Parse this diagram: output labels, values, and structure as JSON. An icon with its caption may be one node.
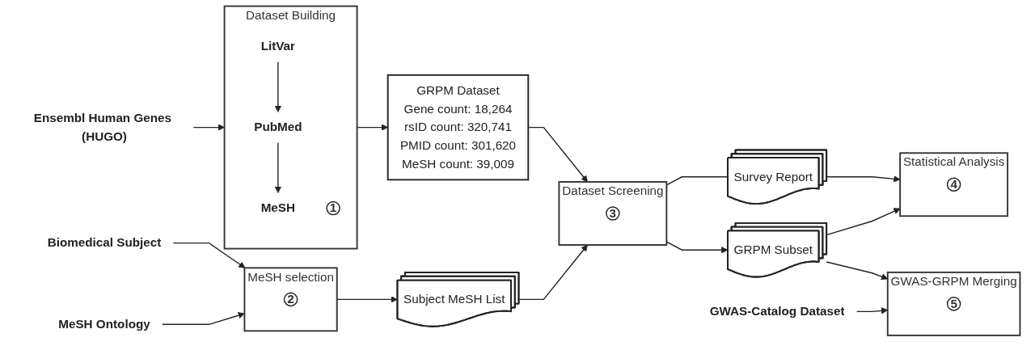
{
  "diagram": {
    "nodes": [
      {
        "text": [
          "Ensembl Human Genes (HUGO)"
        ]
      },
      {
        "text": [
          "Dataset Building"
        ]
      },
      {
        "text": [
          "LitVar"
        ],
        "in": 1
      },
      {
        "text": [
          "1"
        ],
        "in": 1
      },
      {
        "text": [
          "PubMed"
        ],
        "in": 1
      },
      {
        "text": [
          "MeSH"
        ],
        "in": 1
      },
      {
        "text": [
          "GRPM Dataset",
          "Gene count: 18,264",
          "rsID count: 320,741",
          "PMID count: 301,620",
          "MeSH count: 39,009"
        ]
      },
      {
        "text": [
          "Biomedical Subject"
        ]
      },
      {
        "text": [
          "MeSH Ontology"
        ]
      },
      {
        "text": [
          "MeSH selection"
        ]
      },
      {
        "text": [
          "2"
        ],
        "in": 9
      },
      {
        "text": [
          "Subject MeSH List"
        ]
      },
      {
        "text": [
          "Dataset Screening"
        ]
      },
      {
        "text": [
          "3"
        ],
        "in": 12
      },
      {
        "text": [
          "Survey Report"
        ]
      },
      {
        "text": [
          "GRPM Subset"
        ]
      },
      {
        "text": [
          "Statistical Analysis"
        ]
      },
      {
        "text": [
          "4"
        ],
        "in": 16
      },
      {
        "text": [
          "GWAS-Catalog Dataset"
        ]
      },
      {
        "text": [
          "GWAS-GRPM Merging"
        ]
      },
      {
        "text": [
          "5"
        ],
        "in": 19
      }
    ],
    "edges": [
      {
        "from": 0,
        "to": 1,
        "arrow": "to"
      },
      {
        "from": 2,
        "to": 4,
        "arrow": "to"
      },
      {
        "from": 4,
        "to": 5,
        "arrow": "to"
      },
      {
        "from": 1,
        "to": 6,
        "arrow": "to"
      },
      {
        "from": 7,
        "to": 9,
        "arrow": "to"
      },
      {
        "from": 8,
        "to": 9,
        "arrow": "to"
      },
      {
        "from": 9,
        "to": 11,
        "arrow": "to"
      },
      {
        "from": 6,
        "to": 12,
        "arrow": "to"
      },
      {
        "from": 11,
        "to": 12,
        "arrow": "to"
      },
      {
        "from": 12,
        "to": 14,
        "arrow": "none"
      },
      {
        "from": 14,
        "to": 16,
        "arrow": "to"
      },
      {
        "from": 12,
        "to": 15,
        "arrow": "to"
      },
      {
        "from": 15,
        "to": 16,
        "arrow": "to"
      },
      {
        "from": 15,
        "to": 19,
        "arrow": "to"
      },
      {
        "from": 18,
        "to": 19,
        "arrow": "to"
      }
    ]
  }
}
